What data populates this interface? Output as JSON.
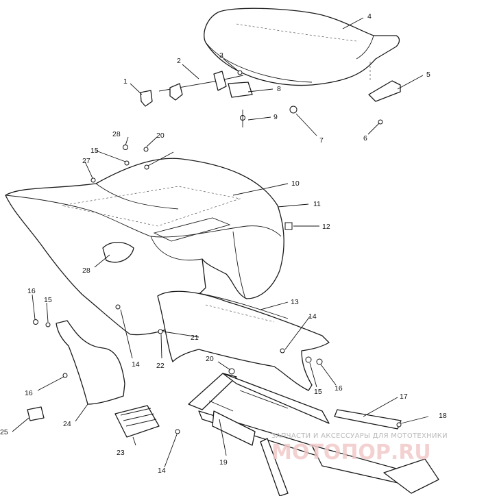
{
  "callouts": [
    {
      "id": "c1",
      "text": "1"
    },
    {
      "id": "c2",
      "text": "2"
    },
    {
      "id": "c3",
      "text": "3"
    },
    {
      "id": "c4",
      "text": "4"
    },
    {
      "id": "c5",
      "text": "5"
    },
    {
      "id": "c6",
      "text": "6"
    },
    {
      "id": "c7",
      "text": "7"
    },
    {
      "id": "c8",
      "text": "8"
    },
    {
      "id": "c9",
      "text": "9"
    },
    {
      "id": "c10",
      "text": "10"
    },
    {
      "id": "c11",
      "text": "11"
    },
    {
      "id": "c12",
      "text": "12"
    },
    {
      "id": "c13",
      "text": "13"
    },
    {
      "id": "c14a",
      "text": "14"
    },
    {
      "id": "c14b",
      "text": "14"
    },
    {
      "id": "c14c",
      "text": "14"
    },
    {
      "id": "c15a",
      "text": "15"
    },
    {
      "id": "c15b",
      "text": "15"
    },
    {
      "id": "c15c",
      "text": "15"
    },
    {
      "id": "c16a",
      "text": "16"
    },
    {
      "id": "c16b",
      "text": "16"
    },
    {
      "id": "c16c",
      "text": "16"
    },
    {
      "id": "c17",
      "text": "17"
    },
    {
      "id": "c18",
      "text": "18"
    },
    {
      "id": "c19",
      "text": "19"
    },
    {
      "id": "c20a",
      "text": "20"
    },
    {
      "id": "c20b",
      "text": "20"
    },
    {
      "id": "c21",
      "text": "21"
    },
    {
      "id": "c22",
      "text": "22"
    },
    {
      "id": "c23",
      "text": "23"
    },
    {
      "id": "c24",
      "text": "24"
    },
    {
      "id": "c25",
      "text": "25"
    },
    {
      "id": "c27",
      "text": "27"
    },
    {
      "id": "c28a",
      "text": "28"
    },
    {
      "id": "c28b",
      "text": "28"
    }
  ],
  "watermark": {
    "tagline": "ЗАПЧАСТИ И АКСЕССУАРЫ ДЛЯ МОТОТЕХНИКИ",
    "brand": "МОТОПОР.RU"
  }
}
